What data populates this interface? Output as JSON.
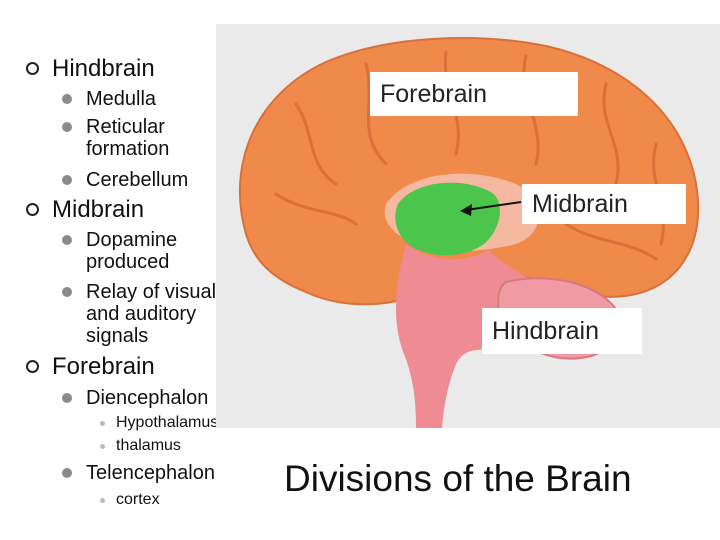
{
  "outline": [
    {
      "title": "Hindbrain",
      "items": [
        {
          "text": "Medulla"
        },
        {
          "text": "Reticular formation"
        },
        {
          "text": "Cerebellum"
        }
      ]
    },
    {
      "title": "Midbrain",
      "items": [
        {
          "text": "Dopamine produced"
        },
        {
          "text": "Relay of visual and auditory signals"
        }
      ]
    },
    {
      "title": "Forebrain",
      "items": [
        {
          "text": "Diencephalon",
          "sub": [
            "Hypothalamus",
            "thalamus"
          ]
        },
        {
          "text": "Telencephalon",
          "sub": [
            "cortex"
          ]
        }
      ]
    }
  ],
  "diagram_labels": {
    "forebrain": "Forebrain",
    "midbrain": "Midbrain",
    "hindbrain": "Hindbrain"
  },
  "caption": "Divisions of the Brain",
  "colors": {
    "cortex": "#f08a4b",
    "midbrain": "#4cc54c",
    "hindbrain": "#ee8b93",
    "background_panel": "#eaeaea"
  }
}
